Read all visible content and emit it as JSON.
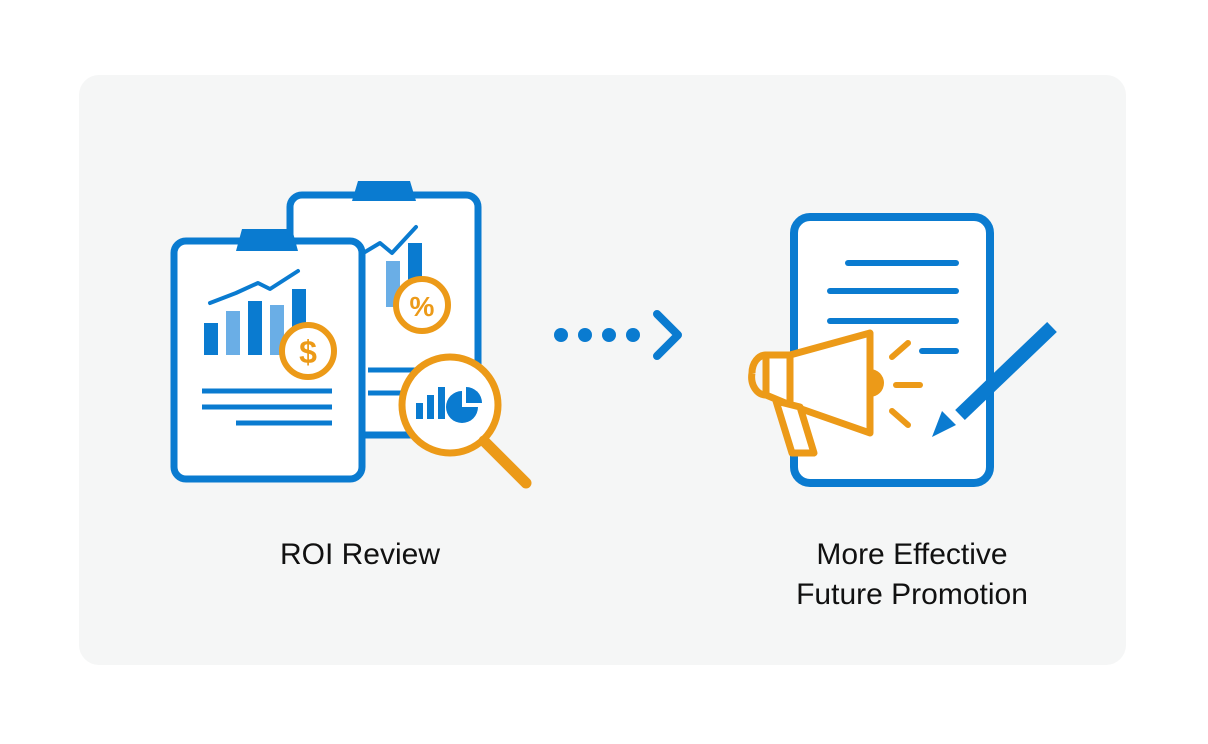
{
  "steps": [
    {
      "label": "ROI Review",
      "icon": "clipboard-report-magnifier-icon"
    },
    {
      "label_line1": "More Effective",
      "label_line2": "Future Promotion",
      "icon": "document-megaphone-pen-icon"
    }
  ],
  "connector": {
    "icon": "dotted-arrow-right-icon"
  },
  "badges": {
    "dollar": "$",
    "percent": "%"
  },
  "colors": {
    "blue": "#0a7bd0",
    "light_blue": "#6aaee6",
    "orange": "#ec9a18",
    "panel_bg": "#f5f6f6",
    "text": "#111111"
  }
}
